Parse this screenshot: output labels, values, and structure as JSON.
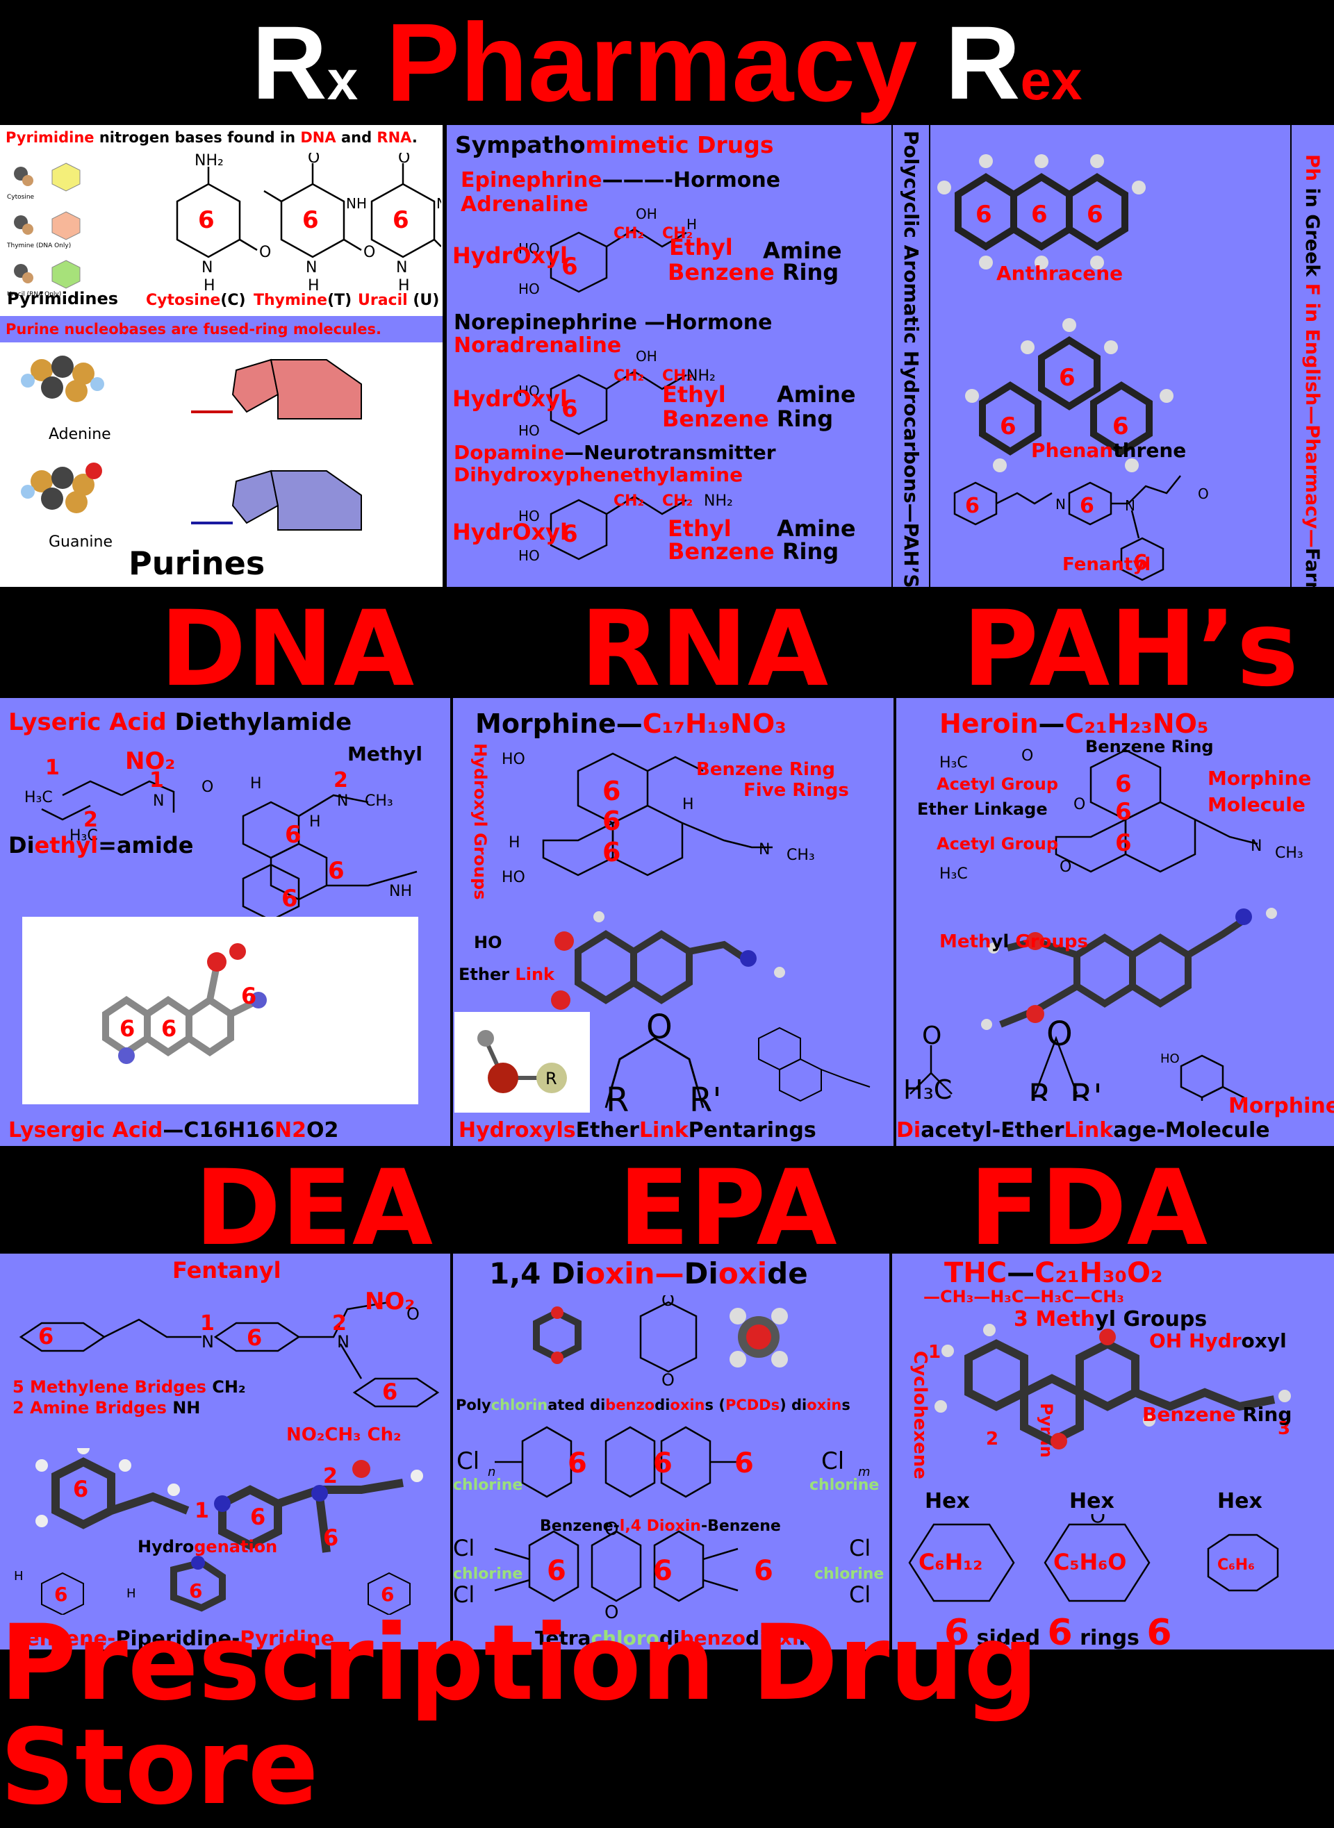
{
  "header": {
    "r1": "R",
    "x": "x",
    "pharmacy": "Pharmacy",
    "r2": "R",
    "ex": "ex"
  },
  "banners": {
    "row1": [
      "DNA",
      "RNA",
      "PAH’s"
    ],
    "row2": [
      "DEA",
      "EPA",
      "FDA"
    ],
    "footer": "Prescription Drug Store"
  },
  "pyrimidine": {
    "caption_a": "Pyrimidine",
    "caption_b": " nitrogen bases found in ",
    "caption_c": "DNA",
    "caption_d": " and ",
    "caption_e": "RNA",
    "caption_f": ".",
    "mini_labels": [
      "Cytosine",
      "Thymine (DNA Only)",
      "Uracil (RNA Only)"
    ],
    "pyrimidines_label": "Pyrimidines",
    "bases": [
      {
        "name": "Cytosine",
        "code": "(C)"
      },
      {
        "name": "Thymine",
        "code": "(T)"
      },
      {
        "name": "Uracil",
        "code": " (U)"
      }
    ],
    "ring": "6",
    "nh2": "NH₂",
    "o": "O",
    "nh": "NH",
    "n": "N",
    "h": "H"
  },
  "purine": {
    "caption": "Purine nucleobases are fused-ring molecules.",
    "adenine": "Adenine",
    "guanine": "Guanine",
    "title": "Purines"
  },
  "sympatho": {
    "title_a": "Sympatho",
    "title_b": "mimetic",
    "title_c": " ",
    "title_d": "Drugs",
    "epi_a": "Epinephrine",
    "epi_b": "———-Hormone",
    "adr": "Adrenaline",
    "norepi_a": "Norepinephrine",
    "norepi_b": " —Hormone",
    "noradr": "Noradrenaline",
    "dopa_a": "Dopamine",
    "dopa_b": "—Neurotransmitter",
    "dihydro": "Dihydroxyphenethylamine",
    "hydroxyl": "HydrOxyl",
    "ethyl": "Ethyl",
    "amine": "Amine",
    "benzene": "Benzene",
    "ring": "Ring",
    "ch2": "CH₂",
    "oh": "OH",
    "nh2": "NH₂",
    "ho": "HO",
    "six": "6",
    "h": "H"
  },
  "pah_vertical": "Polycyclic Aromatic Hydrocarbons—PAH’S",
  "pah": {
    "anthracene": "Anthracene",
    "phen_a": "Phenan",
    "phen_b": "threne",
    "fenantyl": "Fenantyl",
    "six": "6",
    "o": "O",
    "n": "N"
  },
  "ph_vertical_a": "Ph",
  "ph_vertical_b": " in Greek ",
  "ph_vertical_c": "F in English—Pharmacy—",
  "ph_vertical_d": "Farm",
  "lsd": {
    "title_a": "Lyseric Acid ",
    "title_b": "Diethylamide",
    "no2": "NO₂",
    "methyl": "Methyl",
    "num1": "1",
    "num2": "2",
    "h3c": "H₃C",
    "ch3": "CH₃",
    "n": "N",
    "o": "O",
    "h": "H",
    "nh": "NH",
    "diethyl_a": "Di",
    "diethyl_b": "ethyl",
    "diethyl_c": "=amide",
    "six": "6",
    "formula_a": "Lysergic Acid",
    "formula_b": "—C16H16",
    "formula_c": "N2",
    "formula_d": "O2"
  },
  "morphine": {
    "title_a": "Morphine",
    "title_b": "—",
    "title_c": "C₁₇H₁₉NO₃",
    "benzene_ring": "Benzene Ring",
    "five_rings": "Five Rings",
    "hydroxyl_groups": "Hydroxyl Groups",
    "ho": "HO",
    "ether": "Ether ",
    "link": "Link",
    "six": "6",
    "n": "N",
    "ch3": "CH₃",
    "h": "H",
    "bottom_a": "Hydroxyls",
    "bottom_b": "Ether",
    "bottom_c": "Link",
    "bottom_d": "Pentarings",
    "r": "R",
    "r2": "R'",
    "o": "O"
  },
  "heroin": {
    "title_a": "Heroin",
    "title_b": "—",
    "title_c": "C₂₁H₂₃NO₅",
    "benzene_ring": "Benzene Ring",
    "acetyl": "Acetyl ",
    "group": "Group",
    "ether_linkage": "Ether Linkage",
    "morphine": "Morphine",
    "molecule": "Molecule",
    "h3c": "H₃C",
    "methyl": "Meth",
    "yl": "yl",
    "groups": " Groups",
    "six": "6",
    "n": "N",
    "ch3": "CH₃",
    "o": "O",
    "bottom_a": "Di",
    "bottom_b": "acetyl-Ether",
    "bottom_c": "Link",
    "bottom_d": "age-Molecule",
    "morphine_label": "Morphine",
    "r": "R",
    "r2": "R'",
    "ho": "HO"
  },
  "fentanyl": {
    "title": "Fentanyl",
    "no2": "NO₂",
    "o": "O",
    "n": "N",
    "six": "6",
    "num1": "1",
    "num2": "2",
    "bridges1_a": "5 Methylene Bridges ",
    "bridges1_b": "CH₂",
    "bridges2_a": "2 Amine Bridges ",
    "bridges2_b": "NH",
    "no2ch3": "NO₂CH₃ Ch₂",
    "hydro_a": "Hydro",
    "hydro_b": "genation",
    "h": "H",
    "bottom_a": "Benzene-",
    "bottom_b": "Piperidine-",
    "bottom_c": "Pyridine"
  },
  "dioxin": {
    "title_a": "1,4 Di",
    "title_b": "oxin",
    "title_c": "—",
    "title_d": "Di",
    "title_e": "oxi",
    "title_f": "de",
    "pcdd_a": "Poly",
    "pcdd_b": "chlorin",
    "pcdd_c": "ated di",
    "pcdd_d": "benzo",
    "pcdd_e": "di",
    "pcdd_f": "oxin",
    "pcdd_g": "s (",
    "pcdd_h": "PCDDs",
    "pcdd_i": ") di",
    "pcdd_j": "oxin",
    "pcdd_k": "s",
    "cln": "Cl",
    "n_sub": "n",
    "m_sub": "m",
    "chlorine": "chlorine",
    "six": "6",
    "o": "O",
    "cl": "Cl",
    "bd_a": "Benzene-",
    "bd_b": "l,4 Dioxin",
    "bd_c": "-Benzene",
    "tcdd_a": "Tetra",
    "tcdd_b": "chloro",
    "tcdd_c": "di",
    "tcdd_d": "benzo",
    "tcdd_e": "di",
    "tcdd_f": "oxi",
    "tcdd_g": "n"
  },
  "thc": {
    "title_a": "THC",
    "title_b": "—",
    "title_c": "C₂₁H₃₀O₂",
    "chain": "—CH₃—H₃C—H₃C—CH₃",
    "methyl_a": "3 Meth",
    "methyl_b": "yl Groups",
    "oh_a": "OH Hydr",
    "oh_b": "oxyl",
    "benzene": "Benzene",
    "ring": " Ring",
    "cyclohexene": "Cyclohexene",
    "pyran": "Pyran",
    "num1": "1",
    "num2": "2",
    "num3": "3",
    "hex": "Hex",
    "c6h12": "C₆H₁₂",
    "c5h6o": "C₅H₆O",
    "c6h6": "C₆H₆",
    "o": "O",
    "bottom_six": "6",
    "sided": " sided ",
    "rings": " rings "
  }
}
